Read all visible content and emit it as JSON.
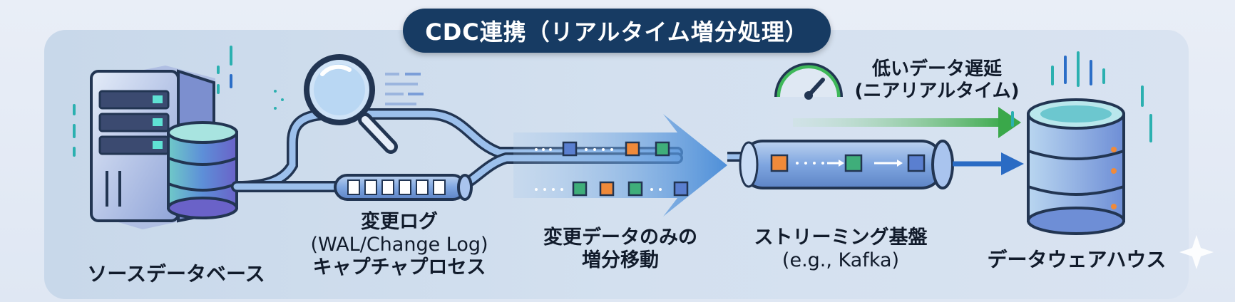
{
  "title": "CDC連携（リアルタイム増分処理）",
  "nodes": {
    "source_db": {
      "label": "ソースデータベース"
    },
    "change_log": {
      "lines": [
        "変更ログ",
        "(WAL/Change Log)",
        "キャプチャプロセス"
      ]
    },
    "incremental": {
      "lines": [
        "変更データのみの",
        "増分移動"
      ]
    },
    "streaming": {
      "lines": [
        "ストリーミング基盤",
        "(e.g., Kafka)"
      ]
    },
    "latency": {
      "lines": [
        "低いデータ遅延",
        "(ニアリアルタイム)"
      ]
    },
    "warehouse": {
      "label": "データウェアハウス"
    }
  },
  "colors": {
    "panel": "#cfdcec",
    "pill": "#173b63",
    "pipe": "#2f5fa8",
    "arrow_blue": "#2a6bc4",
    "arrow_green": "#3aa84a",
    "packet_orange": "#f08a3a",
    "packet_green": "#3fae7a",
    "packet_blue": "#5a7fd0",
    "accent_teal": "#2bb0b0"
  },
  "icons": [
    "server-icon",
    "database-icon",
    "magnifier-icon",
    "log-pipe-icon",
    "speed-gauge-icon",
    "warehouse-icon",
    "sparkle-icon"
  ]
}
